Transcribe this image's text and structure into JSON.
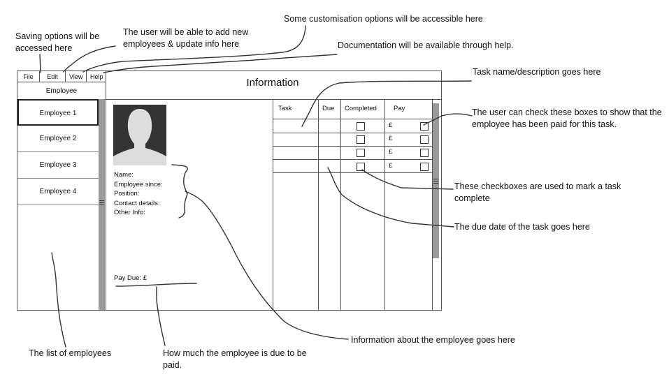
{
  "menu": [
    "File",
    "Edit",
    "View",
    "Help"
  ],
  "employee_panel": {
    "header": "Employee",
    "items": [
      "Employee 1",
      "Employee 2",
      "Employee 3",
      "Employee 4"
    ]
  },
  "info_panel": {
    "title": "Information",
    "fields": [
      "Name:",
      "Employee since:",
      "Position:",
      "Contact details:",
      "Other Info:"
    ],
    "pay_due": "Pay Due: £"
  },
  "task_table": {
    "headers": [
      "Task",
      "Due",
      "Completed",
      "Pay"
    ],
    "currency": "£"
  },
  "annotations": {
    "saving": "Saving options will be accessed here",
    "add_employees": "The user will be able to add new employees & update info here",
    "customisation": "Some customisation options will be accessible here",
    "documentation": "Documentation will be available through help.",
    "task_name": "Task name/description goes here",
    "paid_check": "The user can check these boxes to show that the employee has been paid for this task.",
    "complete_check": "These checkboxes are used to mark a task complete",
    "due_date": "The due date of the task goes here",
    "employee_info": "Information about the employee goes here",
    "employee_list": "The list of employees",
    "pay_due": "How much the employee is due to be paid."
  },
  "colors": {
    "line": "#555555",
    "scrollbar": "#9a9a9a",
    "photo_bg": "#333333",
    "silhouette": "#dcdcdc"
  }
}
